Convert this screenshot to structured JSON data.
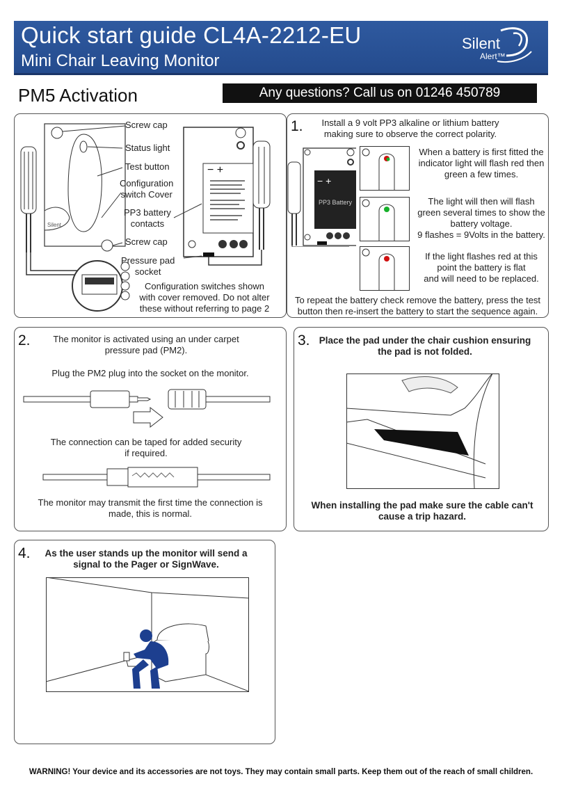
{
  "header": {
    "title": "Quick start guide  CL4A-2212-EU",
    "subtitle": "Mini Chair Leaving Monitor",
    "logo_text_1": "Silent",
    "logo_text_2": "Alert™"
  },
  "section_title": "PM5 Activation",
  "callbar": "Any questions? Call us on 01246 450789",
  "diagram": {
    "labels": {
      "screw_cap_top": "Screw cap",
      "status_light": "Status light",
      "test_button": "Test button",
      "config_cover_1": "Configuration",
      "config_cover_2": "switch Cover",
      "pp3_contacts_1": "PP3 battery",
      "pp3_contacts_2": "contacts",
      "screw_cap_bottom": "Screw cap",
      "pressure_socket_1": "Pressure pad",
      "pressure_socket_2": "socket"
    },
    "note": [
      "Configuration switches shown",
      "with cover removed. Do not alter",
      "these without referring to page 2"
    ],
    "battery_label": "PP3 Battery"
  },
  "step1": {
    "number": "1.",
    "intro": [
      "Install a 9 volt PP3 alkaline or lithium battery",
      "making sure to observe the correct polarity."
    ],
    "first_fit": [
      "When a battery is first fitted the",
      "indicator light will flash red then",
      "green a few times."
    ],
    "voltage": [
      "The light will then will flash",
      "green several times to show the",
      "battery voltage.",
      "9 flashes = 9Volts in the battery."
    ],
    "flat": [
      "If the light flashes red at this",
      "point the battery is flat",
      "and will need to be replaced."
    ],
    "repeat": [
      "To repeat the battery check remove the battery, press the test",
      "button then re-insert the battery to start the sequence again."
    ]
  },
  "step2": {
    "number": "2.",
    "intro": [
      "The monitor is activated using an under carpet",
      "pressure pad (PM2)."
    ],
    "plug": "Plug the PM2 plug into the socket on the monitor.",
    "tape": [
      "The connection can be taped for added security",
      "if required."
    ],
    "transmit": [
      "The monitor may transmit the first time the connection is",
      "made, this is normal."
    ]
  },
  "step3": {
    "number": "3.",
    "intro": [
      "Place the pad under the chair cushion ensuring",
      "the pad is not folded."
    ],
    "hazard": [
      "When installing the pad make sure the cable can't",
      "cause a trip hazard."
    ]
  },
  "step4": {
    "number": "4.",
    "intro": [
      "As the user stands up the monitor will send a",
      "signal to the Pager or SignWave."
    ]
  },
  "warning": "WARNING! Your device and its accessories are not toys. They may contain small parts. Keep them out of the reach of small children.",
  "colors": {
    "header": "#2f5aa0",
    "figure": "#1d3f8f",
    "led_red": "#d01010",
    "led_green": "#17b02a"
  }
}
